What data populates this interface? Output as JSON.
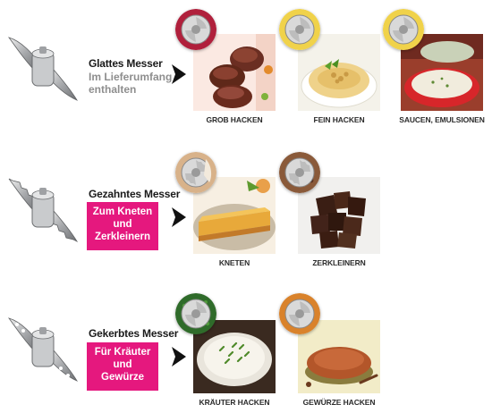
{
  "rows": [
    {
      "title": "Glattes Messer",
      "note": "Im Lieferumfang\nenthalten",
      "badge": "",
      "captions": [
        "GROB HACKEN",
        "FEIN HACKEN",
        "SAUCEN, EMULSIONEN"
      ]
    },
    {
      "title": "Gezahntes Messer",
      "note": "",
      "badge": "Zum Kneten\nund\nZerkleinern",
      "captions": [
        "KNETEN",
        "ZERKLEINERN"
      ]
    },
    {
      "title": "Gekerbtes Messer",
      "note": "",
      "badge": "Für Kräuter\nund\nGewürze",
      "captions": [
        "KRÄUTER HACKEN",
        "GEWÜRZE HACKEN"
      ]
    }
  ],
  "colors": {
    "badge": "#e5187e",
    "disc_red": "#b0203c",
    "disc_yellow": "#f0d24a",
    "disc_brown": "#8a5a3a",
    "disc_green": "#2f6b2a",
    "disc_orange": "#d9822b"
  },
  "icons": [
    "blade-smooth-icon",
    "blade-serrated-icon",
    "blade-notched-icon",
    "arrow-right-icon",
    "blade-disc-icon"
  ]
}
